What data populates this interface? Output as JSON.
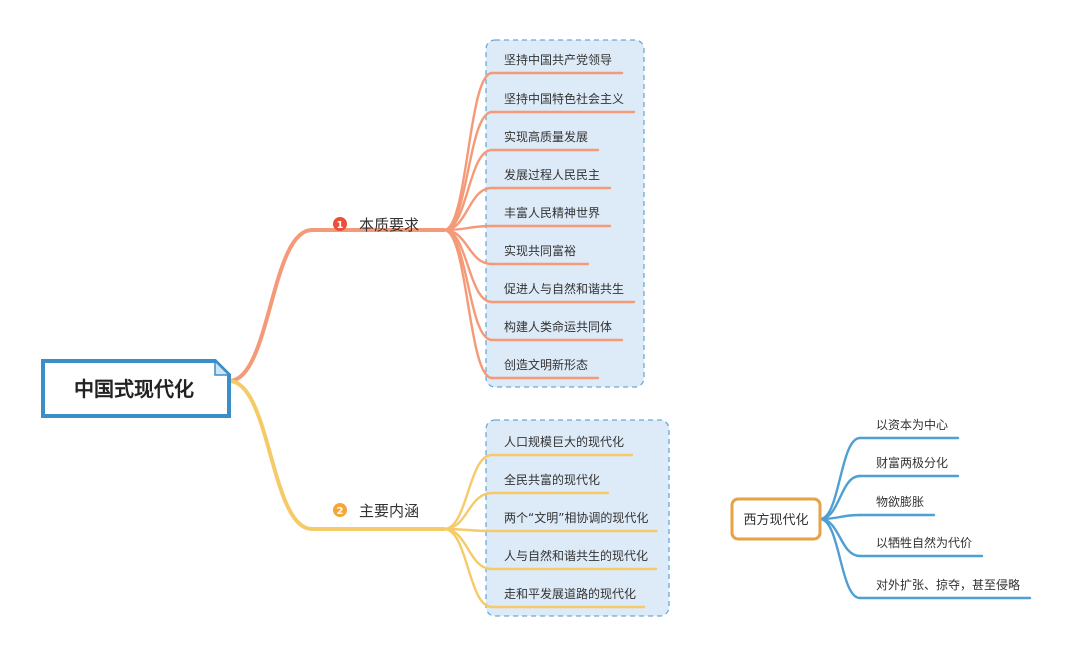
{
  "colors": {
    "branch1": "#f59a78",
    "branch2": "#f5cb6a",
    "root_border": "#3a8fc9",
    "group_border": "#6aaad8",
    "group_fill": "#ddeaf7",
    "side_border": "#e6a246",
    "side_branch": "#4f9fd4",
    "text_main": "#333333",
    "badge1": "#e8503a",
    "badge2": "#f4a638"
  },
  "root": {
    "label": "中国式现代化",
    "icon": "folded-corner-note-icon"
  },
  "branches": [
    {
      "id": "benzhi",
      "badge": "1",
      "label": "本质要求",
      "items": [
        "坚持中国共产党领导",
        "坚持中国特色社会主义",
        "实现高质量发展",
        "发展过程人民民主",
        "丰富人民精神世界",
        "实现共同富裕",
        "促进人与自然和谐共生",
        "构建人类命运共同体",
        "创造文明新形态"
      ]
    },
    {
      "id": "zhuyao",
      "badge": "2",
      "label": "主要内涵",
      "items": [
        "人口规模巨大的现代化",
        "全民共富的现代化",
        "两个“文明”相协调的现代化",
        "人与自然和谐共生的现代化",
        "走和平发展道路的现代化"
      ]
    }
  ],
  "side": {
    "label": "西方现代化",
    "items": [
      "以资本为中心",
      "财富两极分化",
      "物欲膨胀",
      "以牺牲自然为代价",
      "对外扩张、掠夺，甚至侵略"
    ]
  }
}
